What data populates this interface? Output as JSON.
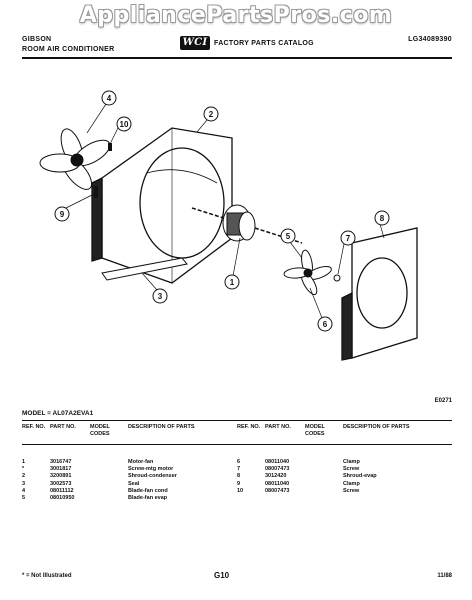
{
  "watermark": "AppliancePartsPros.com",
  "header": {
    "brand": "GIBSON",
    "product": "ROOM AIR CONDITIONER",
    "logo": "WCI",
    "catalog_title": "FACTORY PARTS CATALOG",
    "catalog_number": "LG34089390"
  },
  "diagram": {
    "callouts": [
      "1",
      "2",
      "3",
      "4",
      "5",
      "6",
      "7",
      "8",
      "9",
      "10"
    ]
  },
  "diagram_code": "E0271",
  "model_line": "MODEL = AL07A2EVA1",
  "table": {
    "headers": {
      "ref": "REF. NO.",
      "part": "PART NO.",
      "model": "MODEL CODES",
      "desc": "DESCRIPTION OF PARTS"
    },
    "left_rows": [
      {
        "ref": "1",
        "part": "3016747",
        "desc": "Motor-fan"
      },
      {
        "ref": "*",
        "part": "3001817",
        "desc": "Screw-mtg motor"
      },
      {
        "ref": "2",
        "part": "3200891",
        "desc": "Shroud-condenser"
      },
      {
        "ref": "3",
        "part": "3002573",
        "desc": "Seal"
      },
      {
        "ref": "4",
        "part": "08011112",
        "desc": "Blade-fan cond"
      },
      {
        "ref": "5",
        "part": "08010950",
        "desc": "Blade-fan evap"
      }
    ],
    "right_rows": [
      {
        "ref": "6",
        "part": "08011040",
        "desc": "Clamp"
      },
      {
        "ref": "7",
        "part": "08007473",
        "desc": "Screw"
      },
      {
        "ref": "8",
        "part": "3012420",
        "desc": "Shroud-evap"
      },
      {
        "ref": "9",
        "part": "08011040",
        "desc": "Clamp"
      },
      {
        "ref": "10",
        "part": "08007473",
        "desc": "Screw"
      }
    ]
  },
  "footer": {
    "note": "* = Not Illustrated",
    "page": "G10",
    "date": "11/88"
  }
}
